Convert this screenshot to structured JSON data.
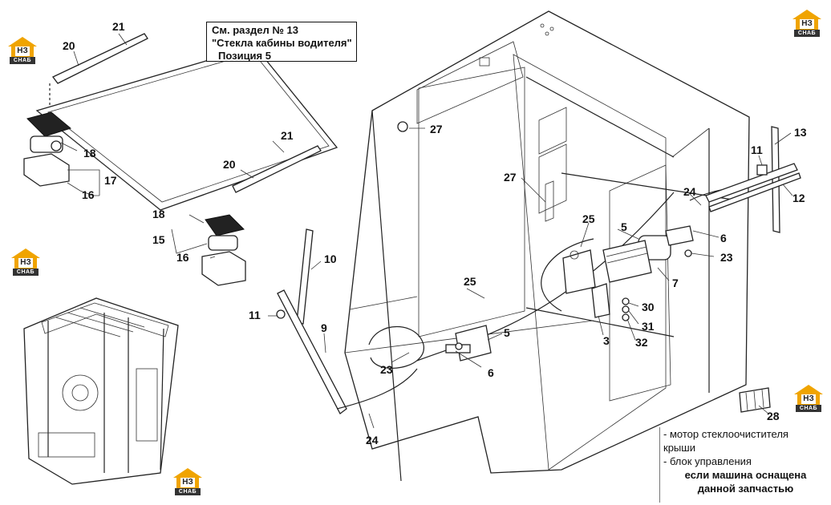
{
  "reference_box": {
    "line1": "См. раздел № 13",
    "line2": "\"Стекла кабины водителя\"",
    "line3": "Позиция 5"
  },
  "note": {
    "line1": "- мотор стеклоочистителя",
    "line2": "крыши",
    "line3": "- блок управления",
    "line4": "если машина оснащена",
    "line5": "данной запчастью"
  },
  "logo": {
    "mark": "НЗ",
    "text": "СНАБ"
  },
  "callouts": [
    {
      "id": "c20a",
      "label": "20"
    },
    {
      "id": "c21a",
      "label": "21"
    },
    {
      "id": "c18a",
      "label": "18"
    },
    {
      "id": "c17",
      "label": "17"
    },
    {
      "id": "c16a",
      "label": "16"
    },
    {
      "id": "c21b",
      "label": "21"
    },
    {
      "id": "c20b",
      "label": "20"
    },
    {
      "id": "c18b",
      "label": "18"
    },
    {
      "id": "c15",
      "label": "15"
    },
    {
      "id": "c16b",
      "label": "16"
    },
    {
      "id": "c10",
      "label": "10"
    },
    {
      "id": "c11a",
      "label": "11"
    },
    {
      "id": "c9",
      "label": "9"
    },
    {
      "id": "c23a",
      "label": "23"
    },
    {
      "id": "c24a",
      "label": "24"
    },
    {
      "id": "c27a",
      "label": "27"
    },
    {
      "id": "c27b",
      "label": "27"
    },
    {
      "id": "c25a",
      "label": "25"
    },
    {
      "id": "c25b",
      "label": "25"
    },
    {
      "id": "c5a",
      "label": "5"
    },
    {
      "id": "c5b",
      "label": "5"
    },
    {
      "id": "c6a",
      "label": "6"
    },
    {
      "id": "c6b",
      "label": "6"
    },
    {
      "id": "c3",
      "label": "3"
    },
    {
      "id": "c30",
      "label": "30"
    },
    {
      "id": "c31",
      "label": "31"
    },
    {
      "id": "c32",
      "label": "32"
    },
    {
      "id": "c7",
      "label": "7"
    },
    {
      "id": "c23b",
      "label": "23"
    },
    {
      "id": "c24b",
      "label": "24"
    },
    {
      "id": "c11b",
      "label": "11"
    },
    {
      "id": "c13",
      "label": "13"
    },
    {
      "id": "c12",
      "label": "12"
    },
    {
      "id": "c28",
      "label": "28"
    }
  ]
}
